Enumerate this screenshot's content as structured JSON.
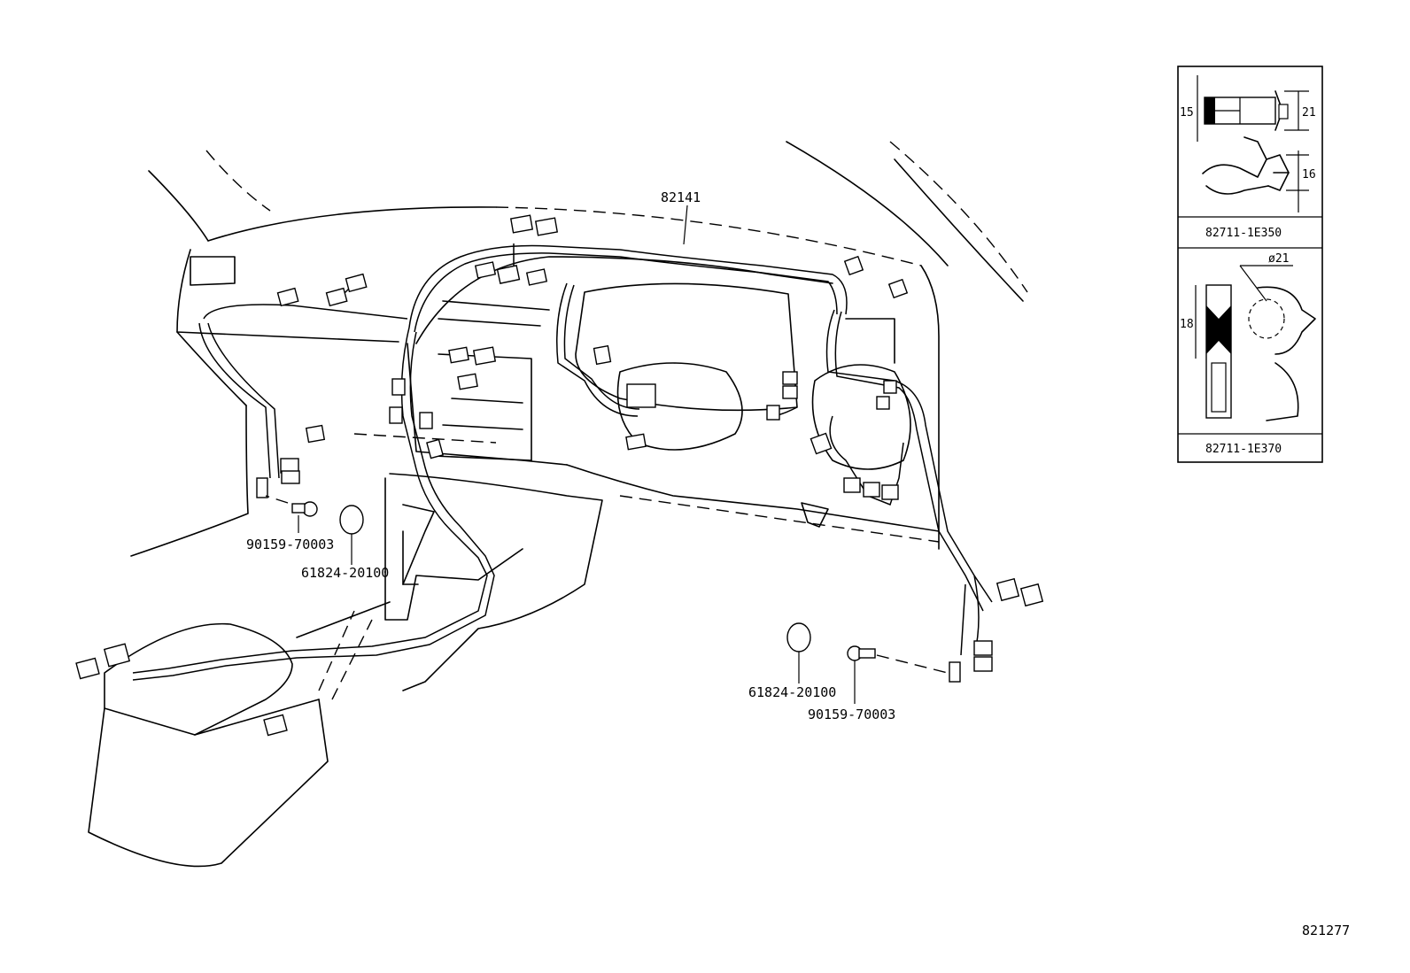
{
  "callouts": {
    "main_harness": "82141",
    "screw_left": "90159-70003",
    "grommet_left": "61824-20100",
    "grommet_right": "61824-20100",
    "screw_right": "90159-70003"
  },
  "inset": {
    "clip_a_part": "82711-1E350",
    "clip_a_dims": [
      "15",
      "21",
      "16"
    ],
    "clip_b_part": "82711-1E370",
    "clip_b_dims": [
      "18",
      "ø21"
    ]
  },
  "diagram_id": "821277"
}
